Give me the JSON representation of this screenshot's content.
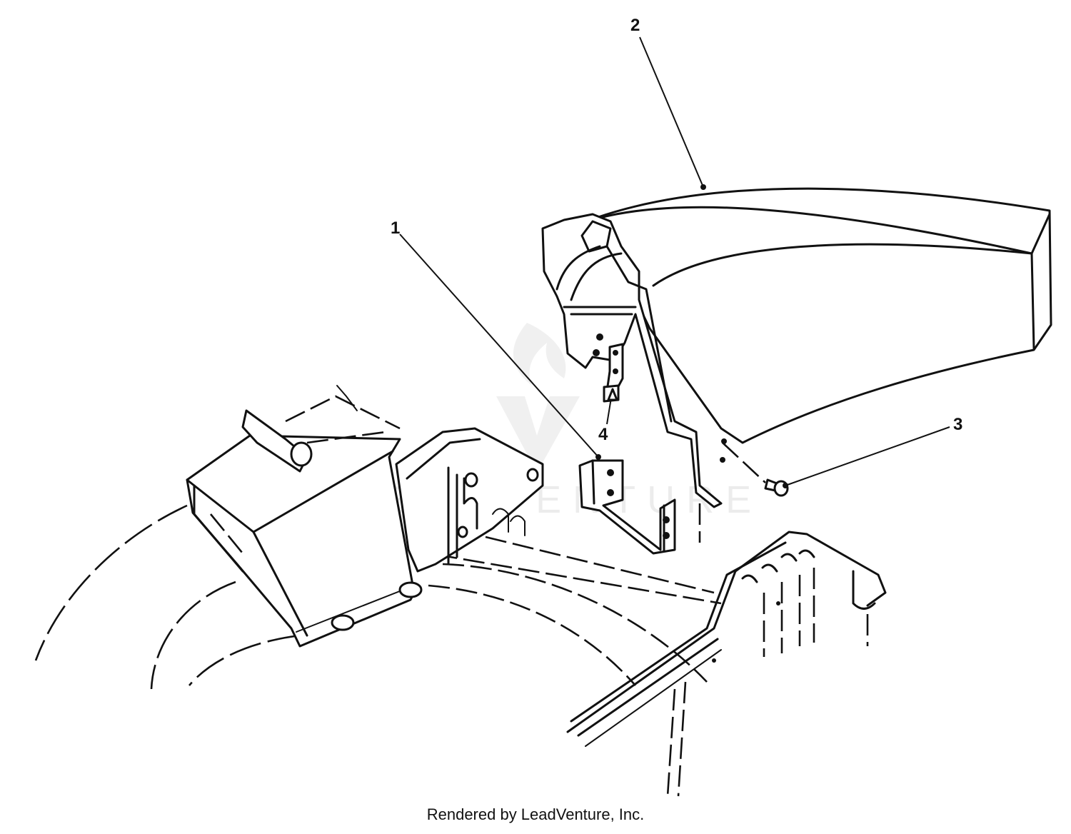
{
  "callouts": [
    {
      "id": "1",
      "label": "1"
    },
    {
      "id": "2",
      "label": "2"
    },
    {
      "id": "3",
      "label": "3"
    },
    {
      "id": "4",
      "label": "4"
    }
  ],
  "watermark": {
    "text": "LEADVENTURE"
  },
  "footer": {
    "text": "Rendered by LeadVenture, Inc."
  }
}
